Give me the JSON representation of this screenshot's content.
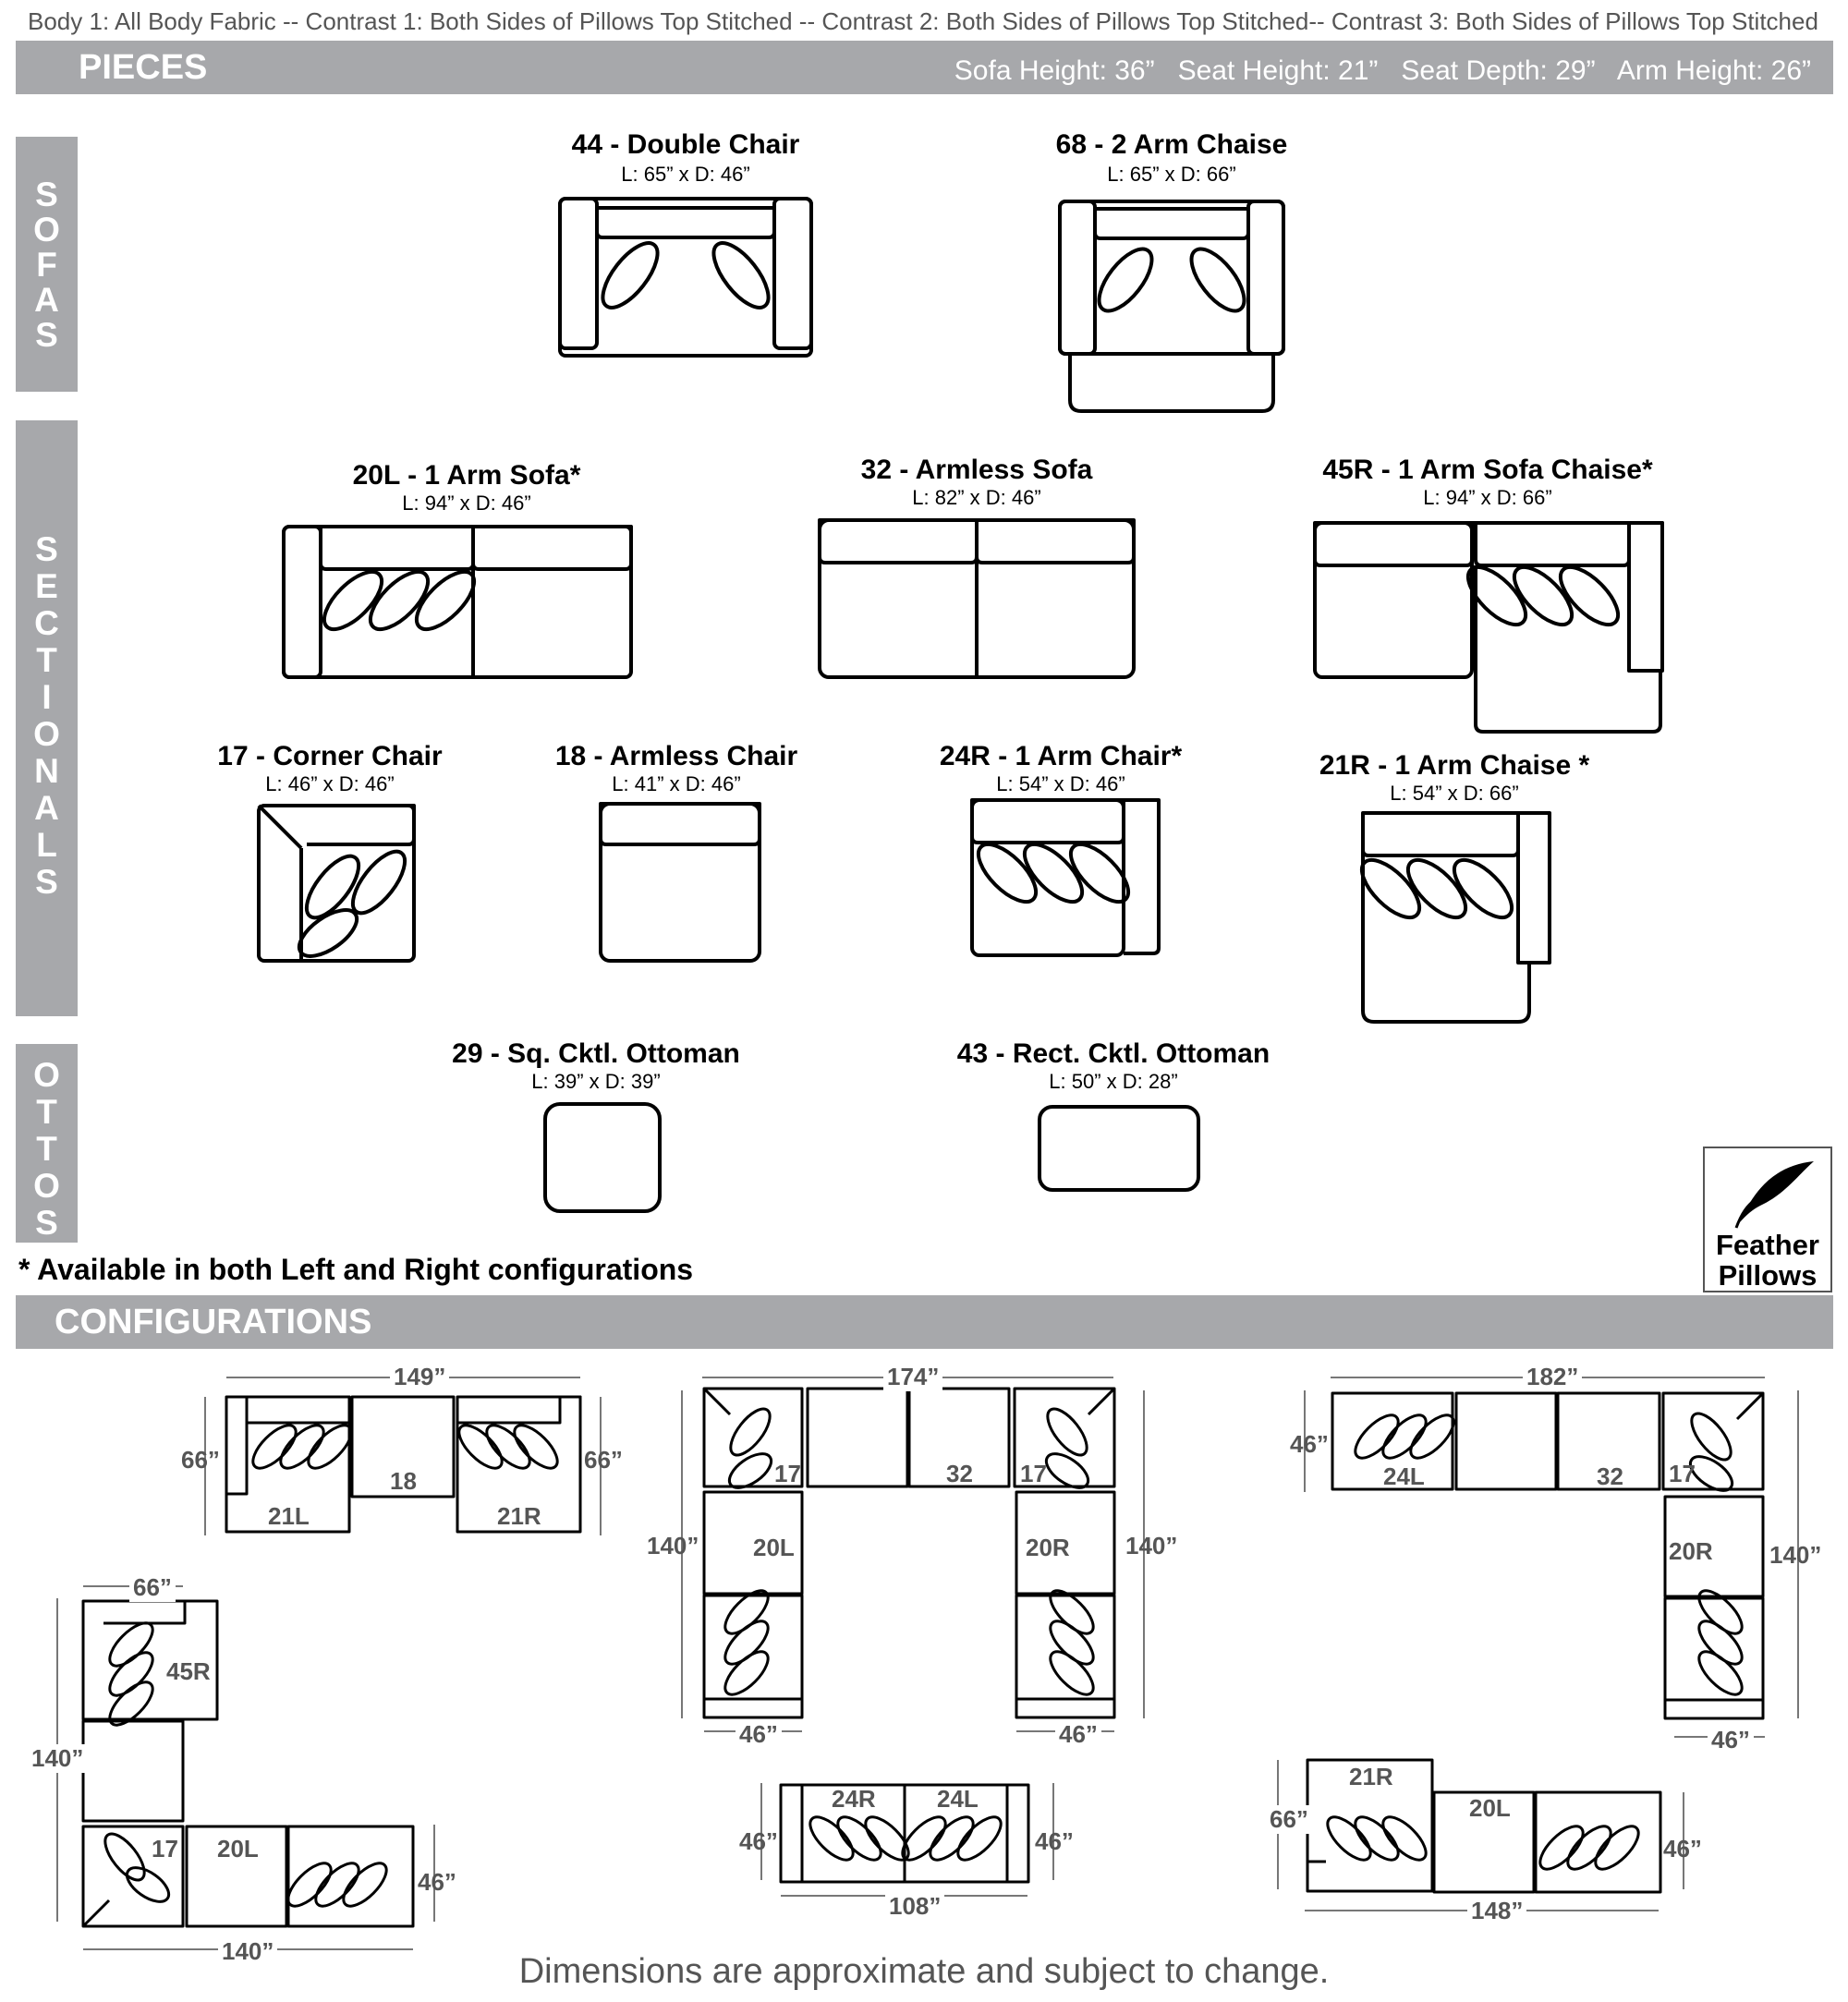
{
  "header_note": "Body 1: All Body Fabric -- Contrast 1: Both Sides of Pillows Top Stitched -- Contrast 2: Both Sides of Pillows Top Stitched-- Contrast 3: Both Sides of Pillows Top Stitched",
  "pieces_bar": {
    "title": "PIECES",
    "specs": [
      "Sofa Height: 36”",
      "Seat Height: 21”",
      "Seat Depth: 29”",
      "Arm Height: 26”"
    ]
  },
  "side_labels": {
    "sofas": [
      "S",
      "O",
      "F",
      "A",
      "S"
    ],
    "sectionals": [
      "S",
      "E",
      "C",
      "T",
      "I",
      "O",
      "N",
      "A",
      "L",
      "S"
    ],
    "ottos": [
      "O",
      "T",
      "T",
      "O",
      "S"
    ]
  },
  "pieces": [
    {
      "title": "44 - Double Chair",
      "dims": "L: 65” x D: 46”"
    },
    {
      "title": "68 - 2 Arm Chaise",
      "dims": "L: 65” x D: 66”"
    },
    {
      "title": "20L - 1 Arm Sofa*",
      "dims": "L: 94” x D: 46”"
    },
    {
      "title": "32 - Armless Sofa",
      "dims": "L: 82” x D: 46”"
    },
    {
      "title": "45R - 1 Arm Sofa Chaise*",
      "dims": "L: 94” x D: 66”"
    },
    {
      "title": "17 - Corner Chair",
      "dims": "L: 46” x D: 46”"
    },
    {
      "title": "18 - Armless Chair",
      "dims": "L: 41” x D: 46”"
    },
    {
      "title": "24R - 1 Arm Chair*",
      "dims": "L: 54” x D: 46”"
    },
    {
      "title": "21R - 1 Arm Chaise *",
      "dims": "L: 54” x D: 66”"
    },
    {
      "title": "29 - Sq. Cktl. Ottoman",
      "dims": "L: 39” x D: 39”"
    },
    {
      "title": "43 - Rect. Cktl. Ottoman",
      "dims": "L: 50” x D: 28”"
    }
  ],
  "footnote": "* Available in both Left and Right configurations",
  "feather_badge": {
    "line1": "Feather",
    "line2": "Pillows",
    "icon": "feather-icon"
  },
  "configurations_bar": {
    "title": "CONFIGURATIONS"
  },
  "configurations": {
    "c1": {
      "width": "149”",
      "left_depth": "66”",
      "right_depth": "66”",
      "pieces": [
        "21L",
        "18",
        "21R"
      ]
    },
    "c2": {
      "width": "174”",
      "depth_left": "140”",
      "depth_right": "140”",
      "bottom_left": "46”",
      "bottom_right": "46”",
      "pieces": [
        "17",
        "32",
        "17",
        "20L",
        "20R"
      ]
    },
    "c3": {
      "width": "182”",
      "left_depth": "46”",
      "right_depth": "140”",
      "bottom": "46”",
      "pieces": [
        "24L",
        "32",
        "17",
        "20R"
      ]
    },
    "c4": {
      "top": "66”",
      "depth": "140”",
      "right_depth": "46”",
      "width": "140”",
      "pieces": [
        "45R",
        "17",
        "20L"
      ]
    },
    "c5": {
      "left_depth": "46”",
      "right_depth": "46”",
      "width": "108”",
      "pieces": [
        "24R",
        "24L"
      ]
    },
    "c6": {
      "left_depth": "66”",
      "right_depth": "46”",
      "width": "148”",
      "pieces": [
        "21R",
        "20L"
      ]
    }
  },
  "disclaimer": "Dimensions are approximate and subject to change."
}
